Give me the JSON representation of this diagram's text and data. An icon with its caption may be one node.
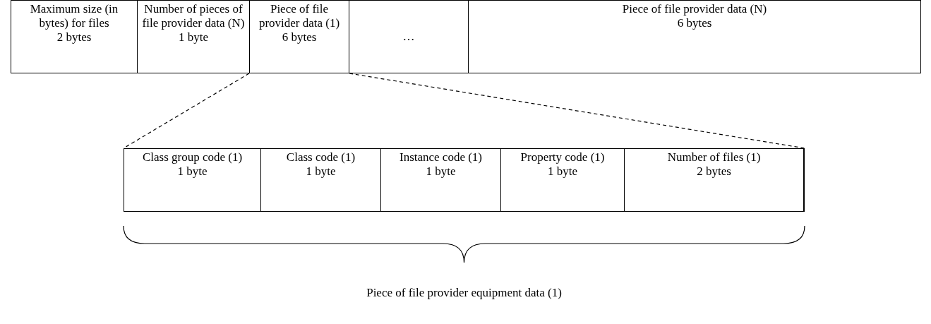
{
  "diagram": {
    "nodes": [
      {
        "text": [
          "Maximum size (in bytes) for files",
          "2 bytes"
        ]
      },
      {
        "text": [
          "Number of pieces of file provider data (N)",
          "1 byte"
        ]
      },
      {
        "text": [
          "Piece of file provider data (1)",
          "6 bytes"
        ]
      },
      {
        "text": [
          "…"
        ]
      },
      {
        "text": [
          "Piece of file provider data (N)",
          "6 bytes"
        ]
      },
      {
        "text": [],
        "shape": "box"
      },
      {
        "text": [
          "Class group code (1)",
          "1 byte"
        ],
        "in": 5
      },
      {
        "text": [
          "Class code (1)",
          "1 byte"
        ],
        "in": 5
      },
      {
        "text": [
          "Instance code (1)",
          "1 byte"
        ],
        "in": 5
      },
      {
        "text": [
          "Property code (1)",
          "1 byte"
        ],
        "in": 5
      },
      {
        "text": [
          "Number of files (1)",
          "2 bytes"
        ],
        "in": 5
      }
    ],
    "edges": [
      {
        "from": 2,
        "to": 5,
        "arrow": "none",
        "style": "dashed"
      },
      {
        "from": 2,
        "to": 5,
        "arrow": "none",
        "style": "dashed"
      }
    ],
    "labels": [
      "Piece of file provider equipment data (1)"
    ]
  }
}
